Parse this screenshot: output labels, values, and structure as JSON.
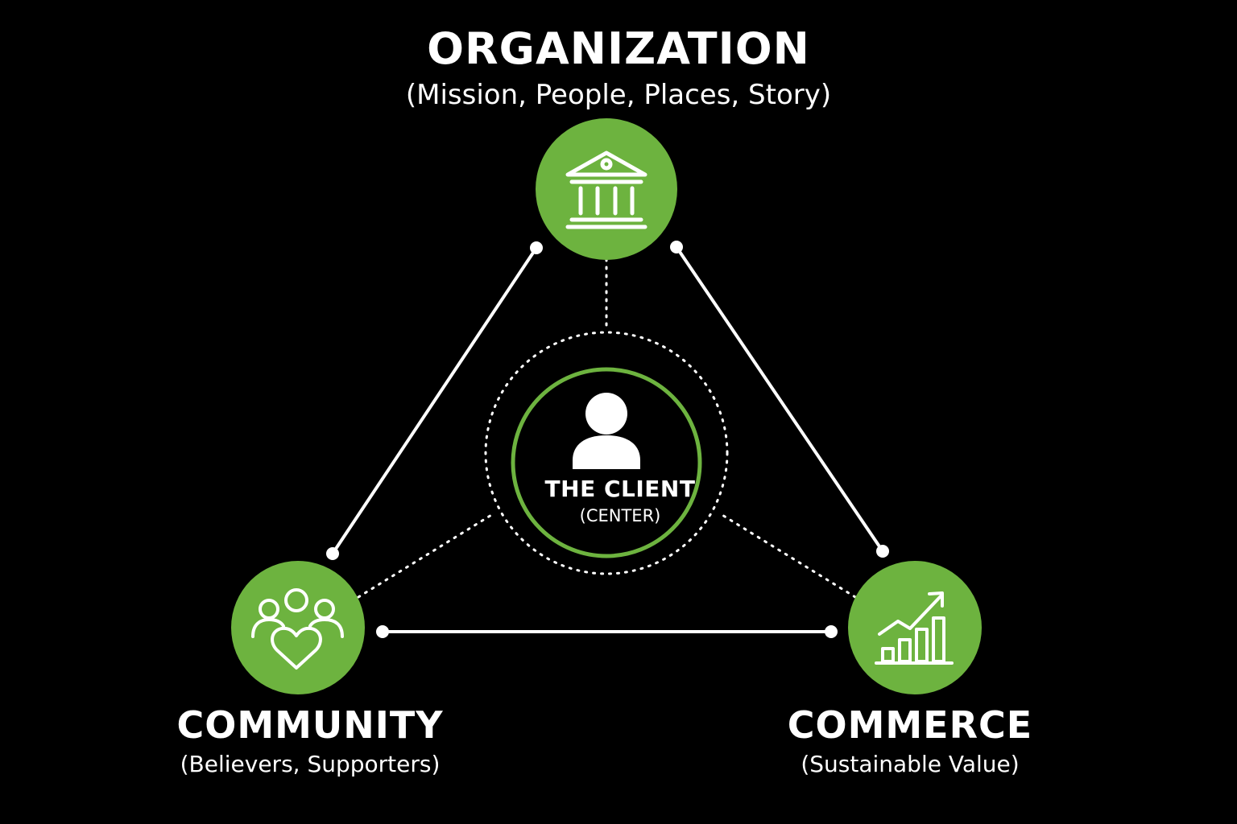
{
  "colors": {
    "background": "#000000",
    "accent_green": "#6db33f",
    "line": "#ffffff"
  },
  "nodes": {
    "organization": {
      "title": "ORGANIZATION",
      "subtitle": "(Mission, People, Places, Story)",
      "icon": "bank-building-icon"
    },
    "community": {
      "title": "COMMUNITY",
      "subtitle": "(Believers, Supporters)",
      "icon": "people-heart-icon"
    },
    "commerce": {
      "title": "COMMERCE",
      "subtitle": "(Sustainable Value)",
      "icon": "growth-chart-icon"
    },
    "center": {
      "title": "THE CLIENT",
      "subtitle": "(CENTER)",
      "icon": "person-icon"
    }
  }
}
